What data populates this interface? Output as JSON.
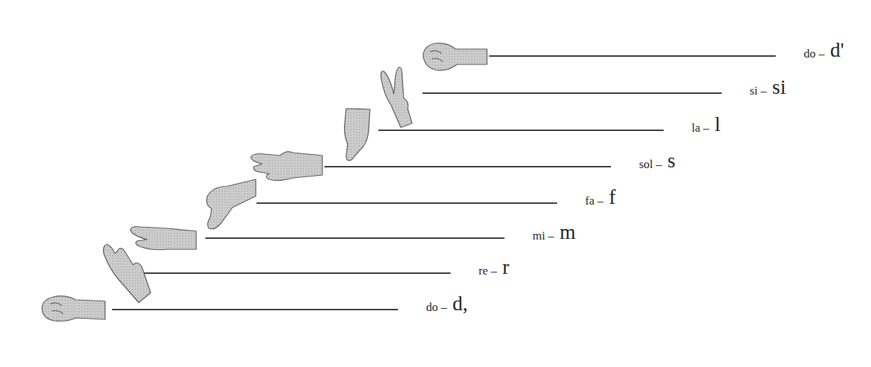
{
  "diagram": {
    "labels": [
      "do –",
      "d,",
      "re –",
      "r",
      "mi –",
      "m",
      "fa –",
      "f",
      "sol –",
      "s",
      "la –",
      "l",
      "si –",
      "si",
      "do –",
      "d'"
    ]
  }
}
